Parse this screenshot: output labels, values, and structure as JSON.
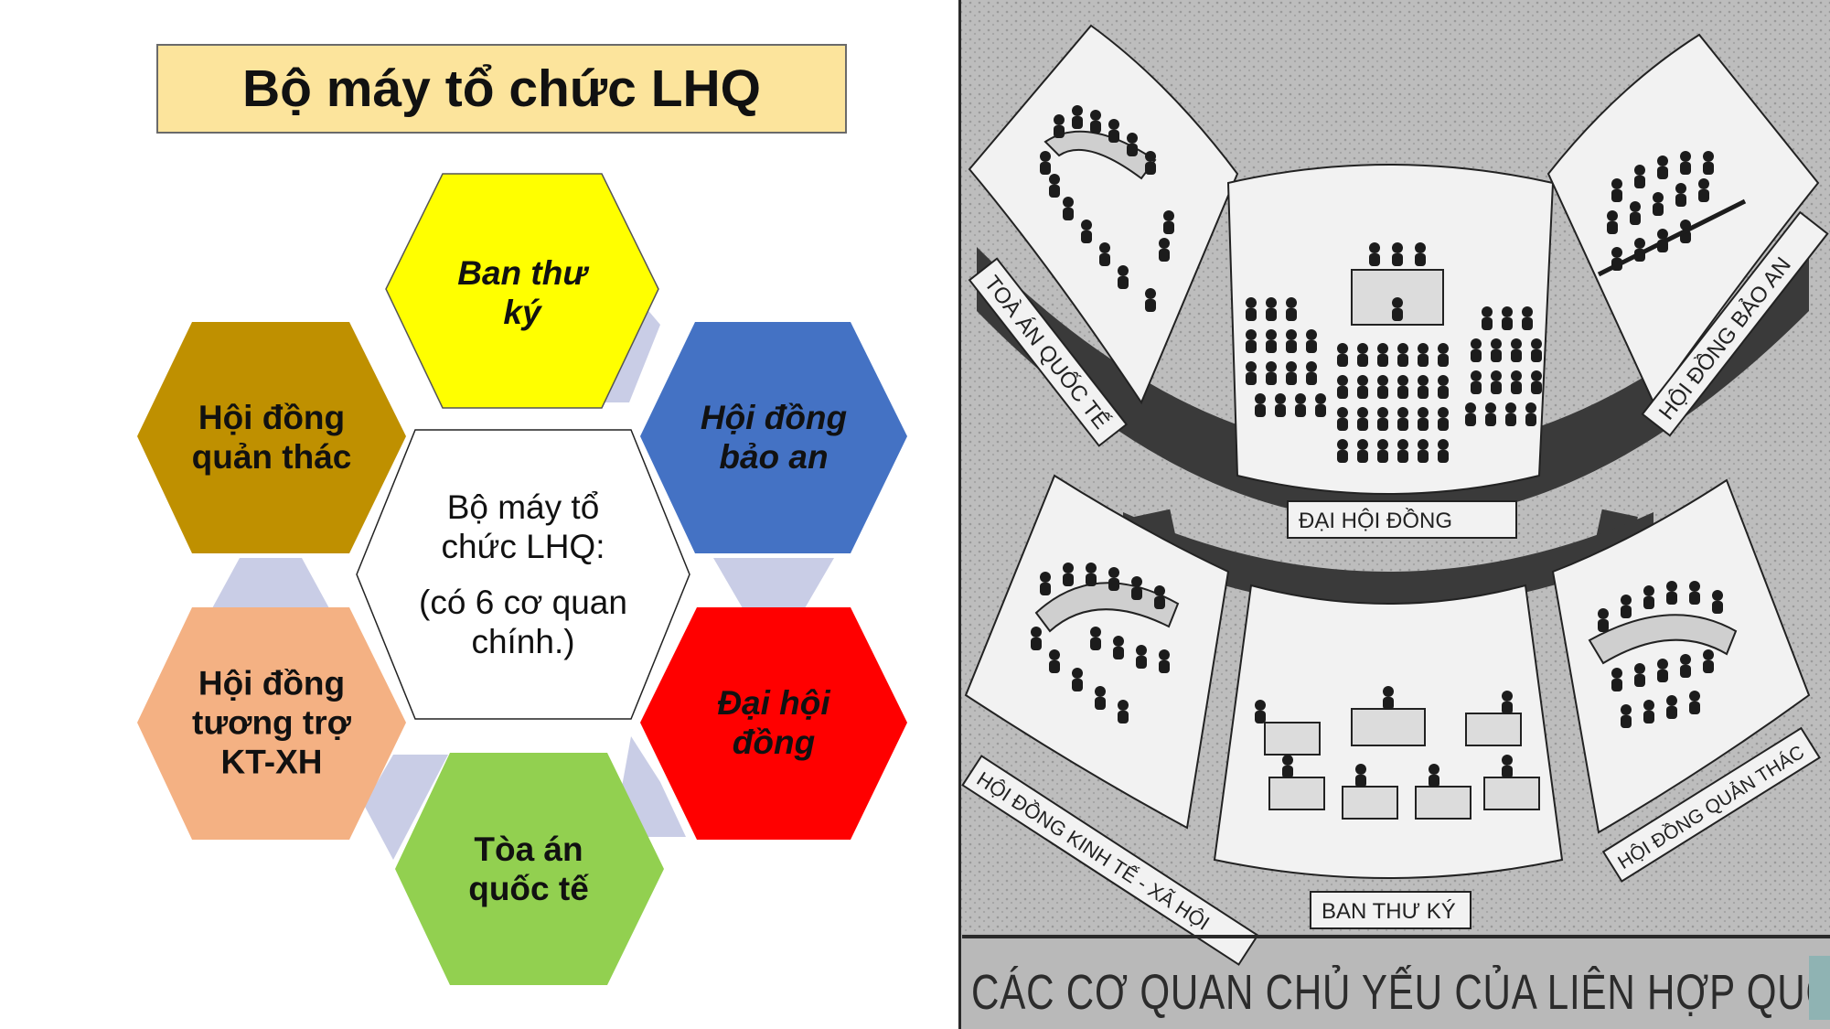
{
  "title": "Bộ máy tổ chức LHQ",
  "center": {
    "line1": "Bộ máy tổ chức LHQ:",
    "line2": "(có 6 cơ quan chính.)"
  },
  "organs": [
    {
      "key": "secretariat",
      "label": "Ban thư ký",
      "color": "#ffff00",
      "italic": true
    },
    {
      "key": "security_council",
      "label": "Hội đồng bảo an",
      "color": "#4472c4",
      "italic": true
    },
    {
      "key": "general_assembly",
      "label": "Đại hội đồng",
      "color": "#ff0000",
      "italic": true
    },
    {
      "key": "icj",
      "label": "Tòa án quốc tế",
      "color": "#92d050",
      "italic": false
    },
    {
      "key": "ecosoc",
      "label": "Hội đồng tương trợ KT-XH",
      "color": "#f4b183",
      "italic": false
    },
    {
      "key": "trusteeship",
      "label": "Hội đồng quản thác",
      "color": "#bf9000",
      "italic": false
    }
  ],
  "illustration": {
    "panels": {
      "icj": "TOÀ ÁN QUỐC TẾ",
      "general_assembly": "ĐẠI HỘI ĐỒNG",
      "security_council": "HỘI ĐỒNG BẢO AN",
      "ecosoc": "HỘI ĐỒNG KINH TẾ - XÃ HỘI",
      "secretariat": "BAN THƯ KÝ",
      "trusteeship": "HỘI ĐỒNG QUẢN THÁC"
    },
    "caption": "CÁC CƠ QUAN CHỦ YẾU CỦA LIÊN HỢP QUỐC"
  },
  "colors": {
    "connector": "#c9cde6",
    "title_bg": "#fce49c",
    "illustration_bg": "#b9b9b9"
  }
}
